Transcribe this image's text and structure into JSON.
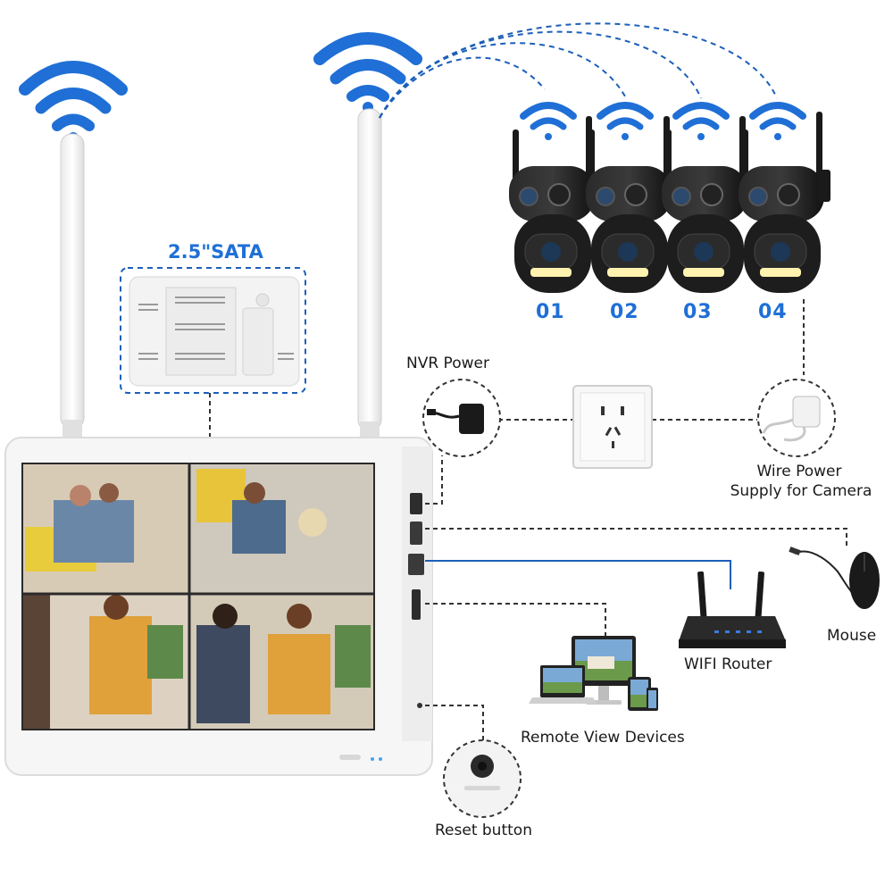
{
  "colors": {
    "accent_blue": "#1f6fd6",
    "dash_line": "#333333",
    "link_blue": "#1c5fb8",
    "device_white": "#f4f4f4",
    "camera_black": "#1b1b1b"
  },
  "sata_label": "2.5\"SATA",
  "cameras": [
    {
      "number": "01"
    },
    {
      "number": "02"
    },
    {
      "number": "03"
    },
    {
      "number": "04"
    }
  ],
  "labels": {
    "nvr_power": "NVR Power",
    "wire_power_line1": "Wire Power",
    "wire_power_line2": "Supply for Camera",
    "mouse": "Mouse",
    "wifi_router": "WIFI Router",
    "remote_view": "Remote View Devices",
    "reset_button": "Reset button"
  },
  "icons": [
    "wifi-icon",
    "power-adapter-icon",
    "wall-socket-icon",
    "camera-icon",
    "mouse-icon",
    "router-icon",
    "computer-icon",
    "laptop-icon",
    "tablet-icon",
    "phone-icon",
    "reset-port-icon"
  ]
}
